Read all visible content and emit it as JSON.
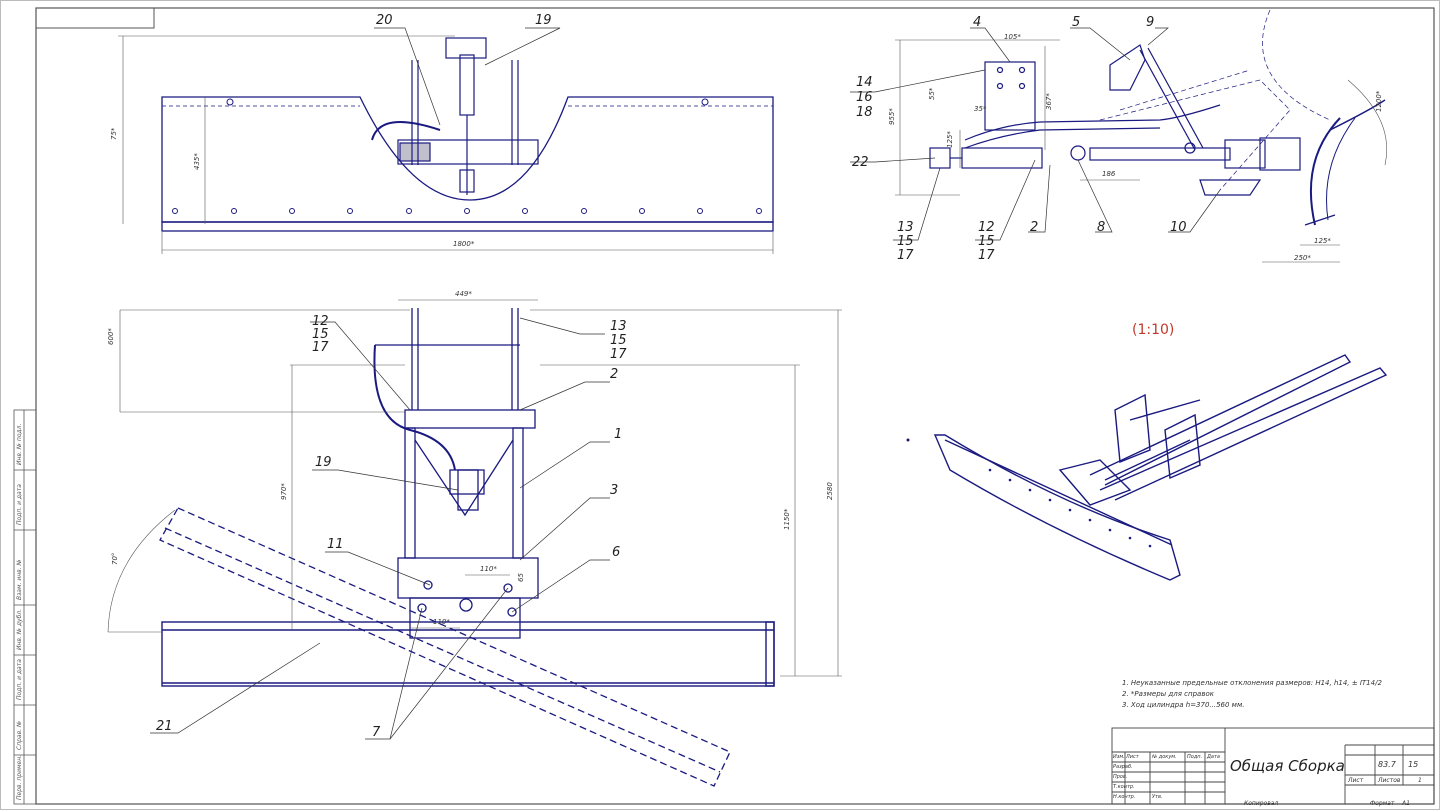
{
  "drawing": {
    "scale": "(1:10)",
    "title": "Общая Сборка",
    "mass": "83.7",
    "scale_value": "15",
    "sheet_label": "Лист",
    "sheets_label": "Листов",
    "sheets_count": "1",
    "format_label": "Формат",
    "format_value": "А1",
    "copied_label": "Копировал",
    "title_block_labels": [
      "Изм.",
      "Лист",
      "№ докум.",
      "Подп.",
      "Дата",
      "Разраб.",
      "Пров.",
      "Т.контр.",
      "Н.контр.",
      "Утв."
    ],
    "notes": [
      "1. Неуказанные предельные отклонения размеров: H14, h14, ± IT14/2",
      "2. *Размеры для справок",
      "3. Ход цилиндра h=370...560 мм."
    ]
  },
  "callouts": {
    "top_front": [
      "20",
      "19"
    ],
    "side": [
      "4",
      "5",
      "9",
      "14",
      "16",
      "18",
      "22",
      "13",
      "15",
      "17",
      "12",
      "15",
      "17",
      "2",
      "8",
      "10"
    ],
    "plan": [
      "12",
      "15",
      "17",
      "13",
      "15",
      "17",
      "2",
      "1",
      "19",
      "3",
      "11",
      "6",
      "21",
      "7"
    ]
  },
  "dimensions": {
    "top_front": [
      "1800*",
      "75*",
      "435*"
    ],
    "side": [
      "105*",
      "55*",
      "35*",
      "955*",
      "367*",
      "125*",
      "186",
      "125*",
      "250*",
      "1200*"
    ],
    "plan": [
      "449*",
      "600*",
      "970*",
      "1150*",
      "2580",
      "70°",
      "110*",
      "110*",
      "65"
    ]
  },
  "side_stamp": [
    "Инв. № подл.",
    "Подп. и дата",
    "Взам. инв. №",
    "Инв. № дубл.",
    "Подп. и дата",
    "Справ. №",
    "Перв. примен."
  ]
}
